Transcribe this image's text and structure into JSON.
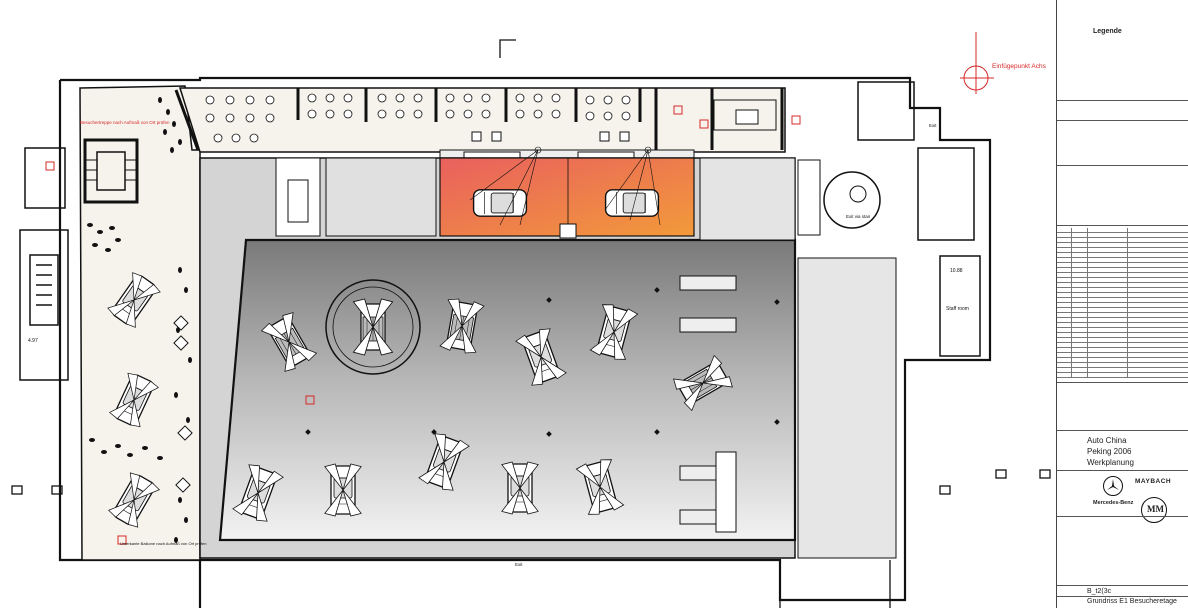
{
  "plan": {
    "insertion_point_label": "Einfügepunkt Achs",
    "stair_label": "Besuchertreppe nach Aufmaß von Ort prüfen",
    "stair_area": "4.97",
    "exit_label": "Exit",
    "bottom_exit_label": "Exit",
    "room_label_staff": "Staff room",
    "room_area_staff": "10.88",
    "vip_label": "Exit via stair",
    "bottom_note": "Unterkante Balkone nach Aufmaß von Ort prüfen"
  },
  "title_block": {
    "legend_title": "Legende",
    "project_name": "Auto China",
    "project_city": "Peking 2006",
    "project_phase": "Werkplanung",
    "brand_right": "MAYBACH",
    "brand_left": "Mercedes-Benz",
    "drawing_number": "B_t2(3c",
    "drawing_title": "Grundriss E1 Besucheretage"
  },
  "icons": {
    "star": "mercedes-star-icon",
    "maybach": "maybach-logo-icon",
    "crosshair": "insertion-crosshair-icon"
  },
  "colors": {
    "hall_gray": "#8c8c8c",
    "podium_orange": "#f08a3c",
    "podium_red": "#e86a5a",
    "accent_red": "#d62828"
  }
}
